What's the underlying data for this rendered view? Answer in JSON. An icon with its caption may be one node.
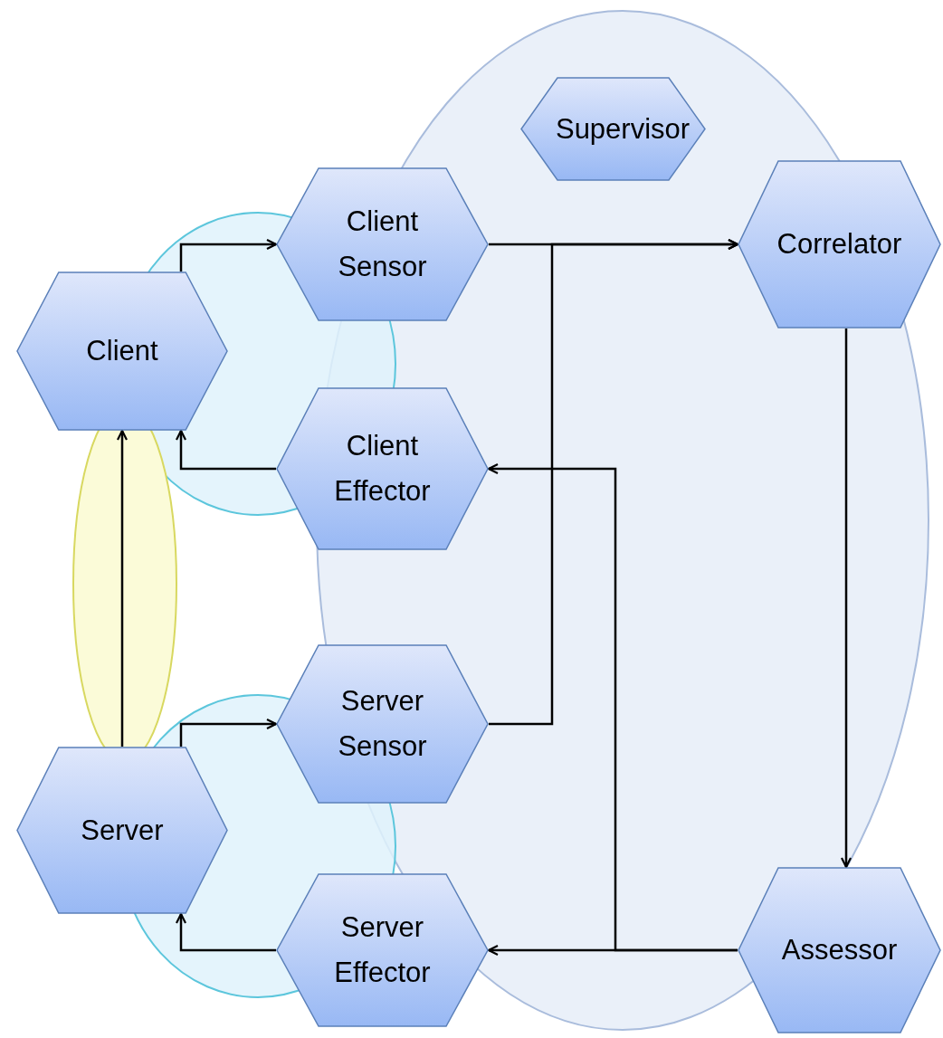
{
  "diagram": {
    "nodes": [
      {
        "text": [
          "Supervisor"
        ]
      },
      {
        "text": [
          "Client Sensor"
        ]
      },
      {
        "text": [
          "Correlator"
        ]
      },
      {
        "text": [
          "Client"
        ]
      },
      {
        "text": [
          "Client Effector"
        ]
      },
      {
        "text": [
          "Server Sensor"
        ]
      },
      {
        "text": [
          "Server"
        ]
      },
      {
        "text": [
          "Server Effector"
        ]
      },
      {
        "text": [
          "Assessor"
        ]
      }
    ],
    "edges": [
      {
        "from": 3,
        "to": 1,
        "arrow": "to"
      },
      {
        "from": 4,
        "to": 3,
        "arrow": "to"
      },
      {
        "from": 6,
        "to": 3,
        "arrow": "to"
      },
      {
        "from": 6,
        "to": 5,
        "arrow": "to"
      },
      {
        "from": 7,
        "to": 6,
        "arrow": "to"
      },
      {
        "from": 1,
        "to": 2,
        "arrow": "to"
      },
      {
        "from": 5,
        "to": 2,
        "arrow": "to"
      },
      {
        "from": 2,
        "to": 8,
        "arrow": "to"
      },
      {
        "from": 8,
        "to": 7,
        "arrow": "to"
      },
      {
        "from": 8,
        "to": 4,
        "arrow": "to"
      }
    ]
  }
}
